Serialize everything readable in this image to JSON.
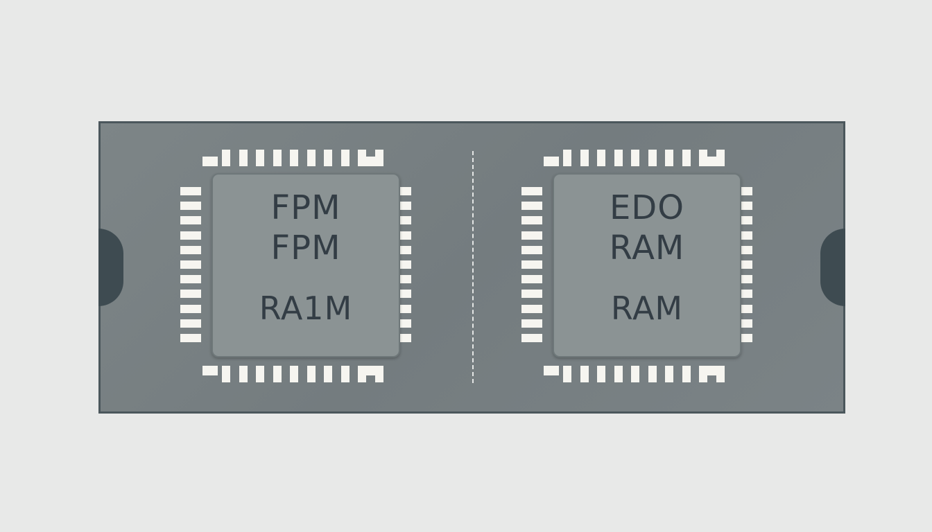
{
  "module": {
    "colors": {
      "board": "#777f82",
      "border": "#4b575c",
      "notch": "#3e4b51",
      "pins": "#f6f5f0",
      "die": "#8b9394",
      "text": "#333d45"
    },
    "chips": [
      {
        "lines": [
          "FPM",
          "FPM",
          "RA1M"
        ]
      },
      {
        "lines": [
          "EDO",
          "RAM",
          "RAM"
        ]
      }
    ]
  }
}
